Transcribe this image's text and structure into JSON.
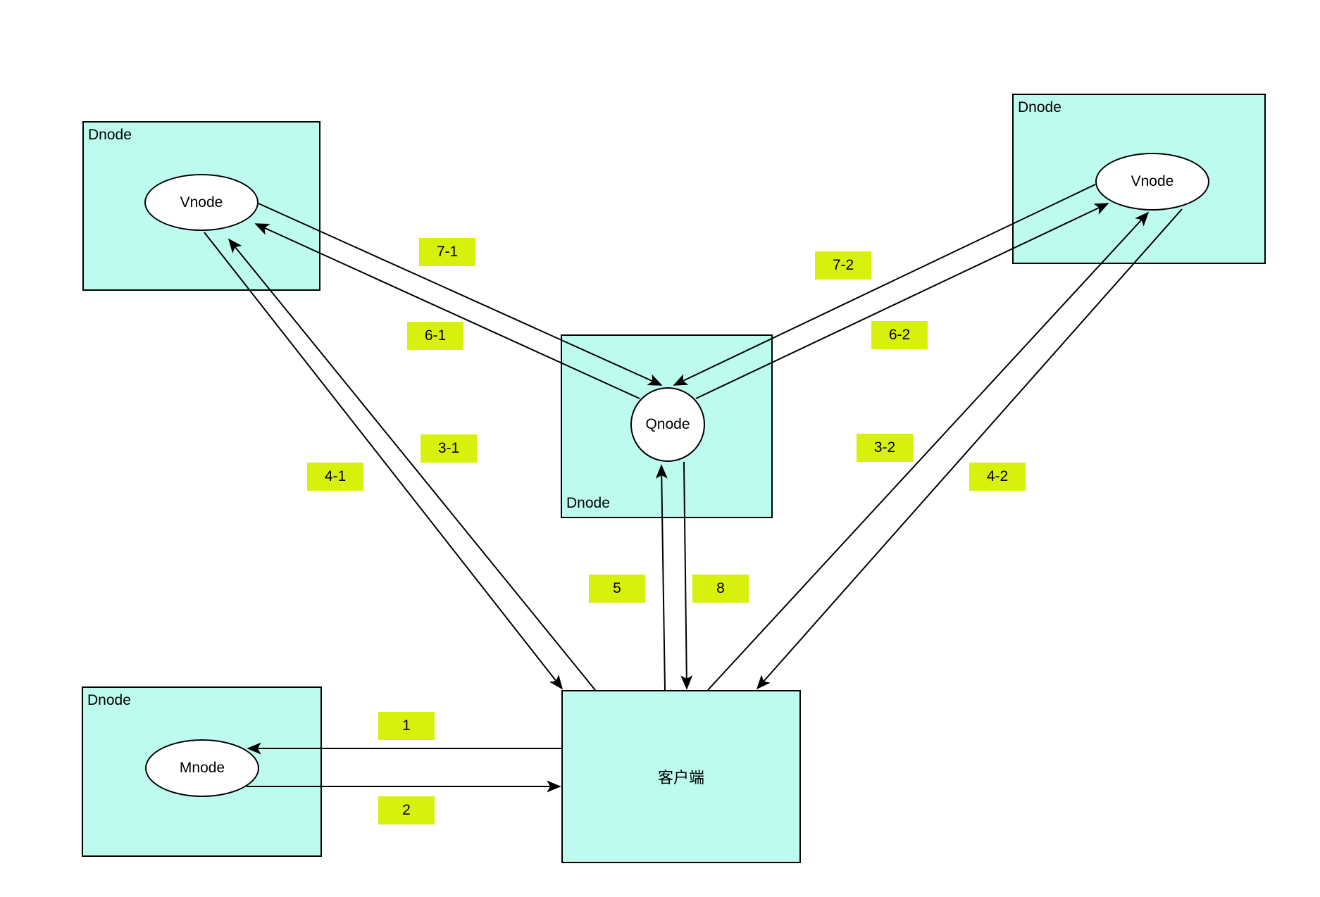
{
  "diagram": {
    "colors": {
      "container_fill": "#BCFBEE",
      "node_fill": "#FFFFFF",
      "label_fill": "#D7F00C",
      "stroke": "#000000",
      "text": "#000000"
    },
    "containers": [
      {
        "id": "dnode-top-left",
        "label": "Dnode",
        "label_position": "top-left"
      },
      {
        "id": "dnode-top-right",
        "label": "Dnode",
        "label_position": "top-left"
      },
      {
        "id": "dnode-middle",
        "label": "Dnode",
        "label_position": "bottom-left"
      },
      {
        "id": "dnode-bottom-left",
        "label": "Dnode",
        "label_position": "top-left"
      },
      {
        "id": "client",
        "label": "客户端",
        "label_position": "center"
      }
    ],
    "nodes": [
      {
        "id": "vnode-left",
        "label": "Vnode",
        "shape": "ellipse",
        "container": "dnode-top-left"
      },
      {
        "id": "vnode-right",
        "label": "Vnode",
        "shape": "ellipse",
        "container": "dnode-top-right"
      },
      {
        "id": "qnode",
        "label": "Qnode",
        "shape": "circle",
        "container": "dnode-middle"
      },
      {
        "id": "mnode",
        "label": "Mnode",
        "shape": "ellipse",
        "container": "dnode-bottom-left"
      }
    ],
    "edges": [
      {
        "label": "1",
        "from": "client",
        "to": "mnode"
      },
      {
        "label": "2",
        "from": "mnode",
        "to": "client"
      },
      {
        "label": "3-1",
        "from": "client",
        "to": "vnode-left"
      },
      {
        "label": "4-1",
        "from": "vnode-left",
        "to": "client"
      },
      {
        "label": "5",
        "from": "client",
        "to": "qnode"
      },
      {
        "label": "6-1",
        "from": "qnode",
        "to": "vnode-left"
      },
      {
        "label": "7-1",
        "from": "vnode-left",
        "to": "qnode"
      },
      {
        "label": "8",
        "from": "qnode",
        "to": "client"
      },
      {
        "label": "3-2",
        "from": "client",
        "to": "vnode-right"
      },
      {
        "label": "4-2",
        "from": "vnode-right",
        "to": "client"
      },
      {
        "label": "6-2",
        "from": "qnode",
        "to": "vnode-right"
      },
      {
        "label": "7-2",
        "from": "vnode-right",
        "to": "qnode"
      }
    ]
  }
}
